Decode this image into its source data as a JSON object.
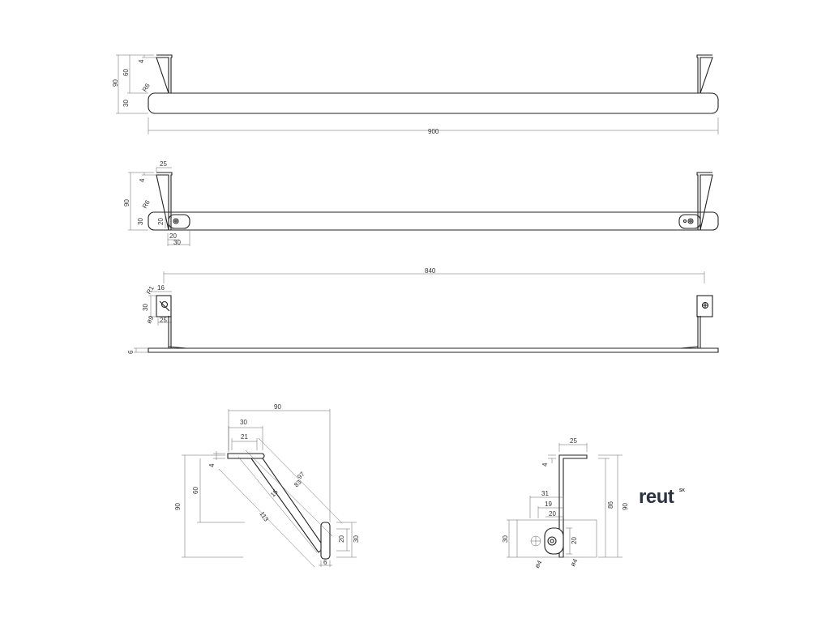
{
  "brand": {
    "logo": "reut",
    "suffix": "SK"
  },
  "colors": {
    "line": "#222222",
    "dimension": "#555555",
    "logo": "#2b3340"
  },
  "view_top": {
    "d_total_height": "90",
    "d_bracket_height": "60",
    "d_plate": "4",
    "d_radius": "R6",
    "d_bar_height": "30",
    "d_length": "900"
  },
  "view_front": {
    "d_flange": "25",
    "d_plate": "4",
    "d_total_height": "90",
    "d_radius": "R6",
    "d_bar_height": "30",
    "d_hole_pos": "20",
    "d_hole_x": "20",
    "d_bracket_x": "30"
  },
  "view_side": {
    "d_span": "840",
    "d_radius": "R1",
    "d_slot": "16",
    "d_plate_h": "30",
    "d_hole_dia": "ø9",
    "d_offset": "25",
    "d_thickness": "6"
  },
  "detail_angled": {
    "d_width": "90",
    "d_flange": "30",
    "d_flange_inner": "21",
    "d_plate": "4",
    "d_arm_outer": "97",
    "d_arm_mid": "83",
    "d_arm_inner": "15",
    "d_arm_total": "113",
    "d_height": "90",
    "d_height_inner": "60",
    "d_tube": "20",
    "d_tube_outer": "30",
    "d_tube_thick": "6"
  },
  "detail_bracket": {
    "d_flange": "25",
    "d_plate": "4",
    "d_total": "90",
    "d_inner": "86",
    "d_x1": "31",
    "d_x2": "19",
    "d_x3": "20",
    "d_bar": "30",
    "d_hole_h": "20",
    "d_hole1": "ø4",
    "d_hole2": "ø4"
  }
}
